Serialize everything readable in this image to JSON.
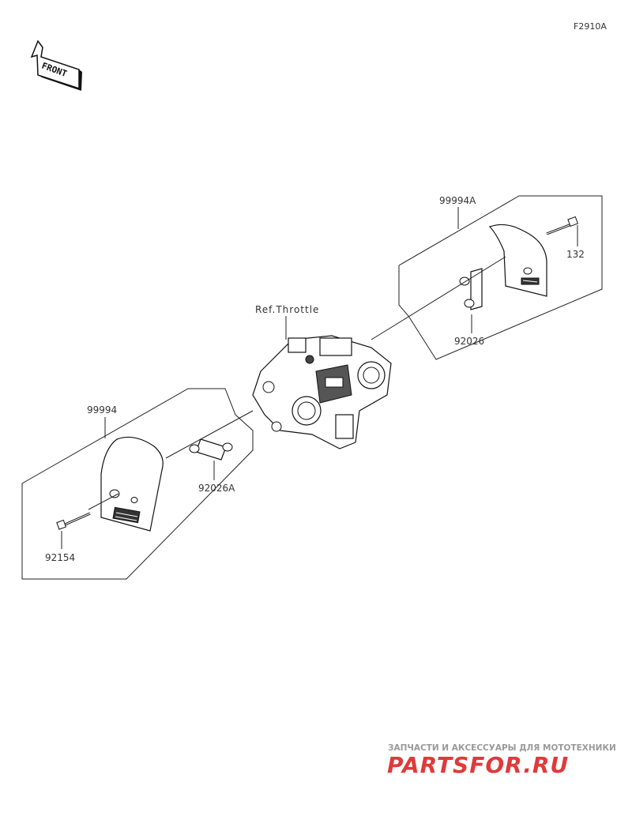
{
  "figure_code": "F2910A",
  "front_arrow": {
    "text": "FRONT",
    "icon": "front-direction-arrow-icon"
  },
  "reference_label": "Ref.Throttle",
  "parts": {
    "right_cover": "99994A",
    "right_bolt": "132",
    "right_bracket": "92026",
    "left_cover": "99994",
    "left_bracket": "92026A",
    "left_bolt": "92154"
  },
  "watermark": {
    "tagline": "ЗАПЧАСТИ И АКСЕССУАРЫ ДЛЯ МОТОТЕХНИКИ",
    "logo": "PARTSFOR.RU",
    "logo_color": "#e03a3a",
    "tagline_color": "#9a9a9a"
  }
}
